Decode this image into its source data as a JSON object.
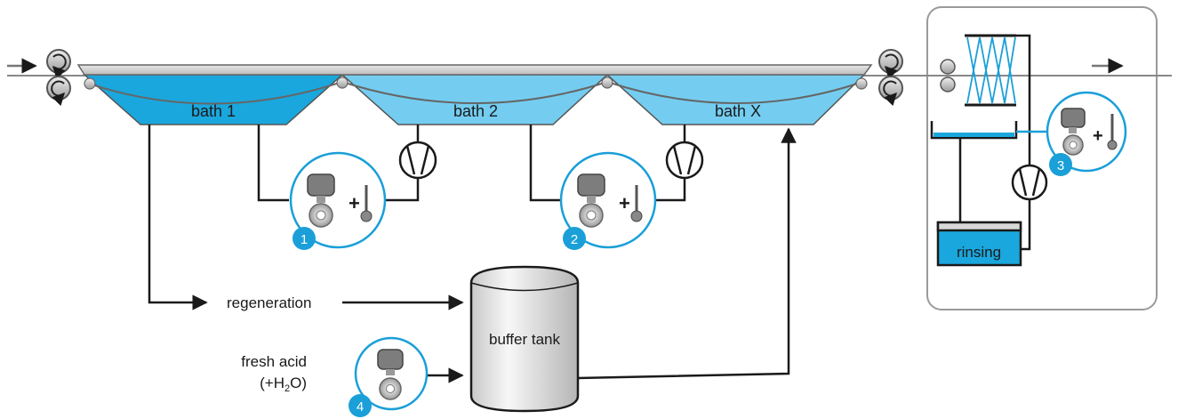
{
  "baths": [
    {
      "label": "bath 1"
    },
    {
      "label": "bath 2"
    },
    {
      "label": "bath X"
    }
  ],
  "flow": {
    "regeneration": "regeneration",
    "buffer_tank": "buffer tank",
    "fresh_acid_line1": "fresh acid",
    "fresh_acid_line2": "(+H",
    "fresh_acid_sub": "2",
    "fresh_acid_line2_end": "O)",
    "rinsing": "rinsing"
  },
  "sensors": [
    {
      "number": "1"
    },
    {
      "number": "2"
    },
    {
      "number": "3"
    },
    {
      "number": "4"
    }
  ],
  "colors": {
    "bath_dark": "#1aa7dd",
    "bath_light": "#74cdf0",
    "badge": "#1a9fd8",
    "line": "#1a1a1a",
    "strip": "#888888"
  }
}
